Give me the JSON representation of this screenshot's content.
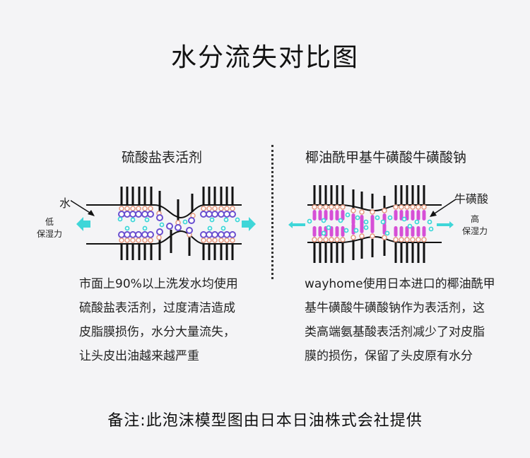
{
  "title": "水分流失对比图",
  "left": {
    "heading": "硫酸盐表活剂",
    "label_water": "水",
    "label_retention_low_1": "低",
    "label_retention_low_2": "保湿力",
    "lines": [
      "市面上90%以上洗发水均使用",
      "硫酸盐表活剂，过度清洁造成",
      "皮脂膜损伤，水分大量流失，",
      "让头皮出油越来越严重"
    ]
  },
  "right": {
    "heading": "椰油酰甲基牛磺酸牛磺酸钠",
    "label_taurine": "牛磺酸",
    "label_retention_high_1": "高",
    "label_retention_high_2": "保湿力",
    "lines": [
      "wayhome使用日本进口的椰油酰甲",
      "基牛磺酸牛磺酸钠作为表活剂，这",
      "类高端氨基酸表活剂减少了对皮脂",
      "膜的损伤，保留了头皮原有水分"
    ]
  },
  "note": "备注:此泡沫模型图由日本日油株式会社提供",
  "colors": {
    "cyan": "#3fd6d8",
    "purple": "#6a4fd0",
    "salmon": "#e59a80",
    "magenta": "#d64fd6",
    "black": "#111111"
  }
}
